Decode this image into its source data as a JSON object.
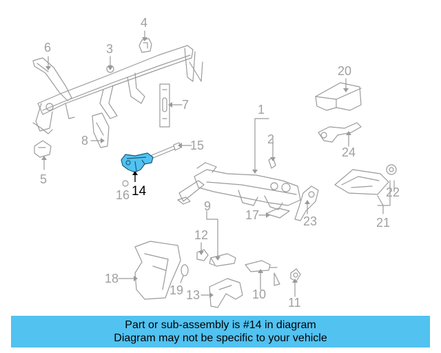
{
  "highlight_color": "#52c2f1",
  "banner": {
    "line1": "Part or sub-assembly is #14 in diagram",
    "line2": "Diagram may not be specific to your vehicle"
  },
  "callouts": {
    "c1": "1",
    "c2": "2",
    "c3": "3",
    "c4": "4",
    "c5": "5",
    "c6": "6",
    "c7": "7",
    "c8": "8",
    "c9": "9",
    "c10": "10",
    "c11": "11",
    "c12": "12",
    "c13": "13",
    "c14": "14",
    "c15": "15",
    "c16": "16",
    "c17": "17",
    "c18": "18",
    "c19": "19",
    "c20": "20",
    "c21": "21",
    "c22": "22",
    "c23": "23",
    "c24": "24"
  }
}
